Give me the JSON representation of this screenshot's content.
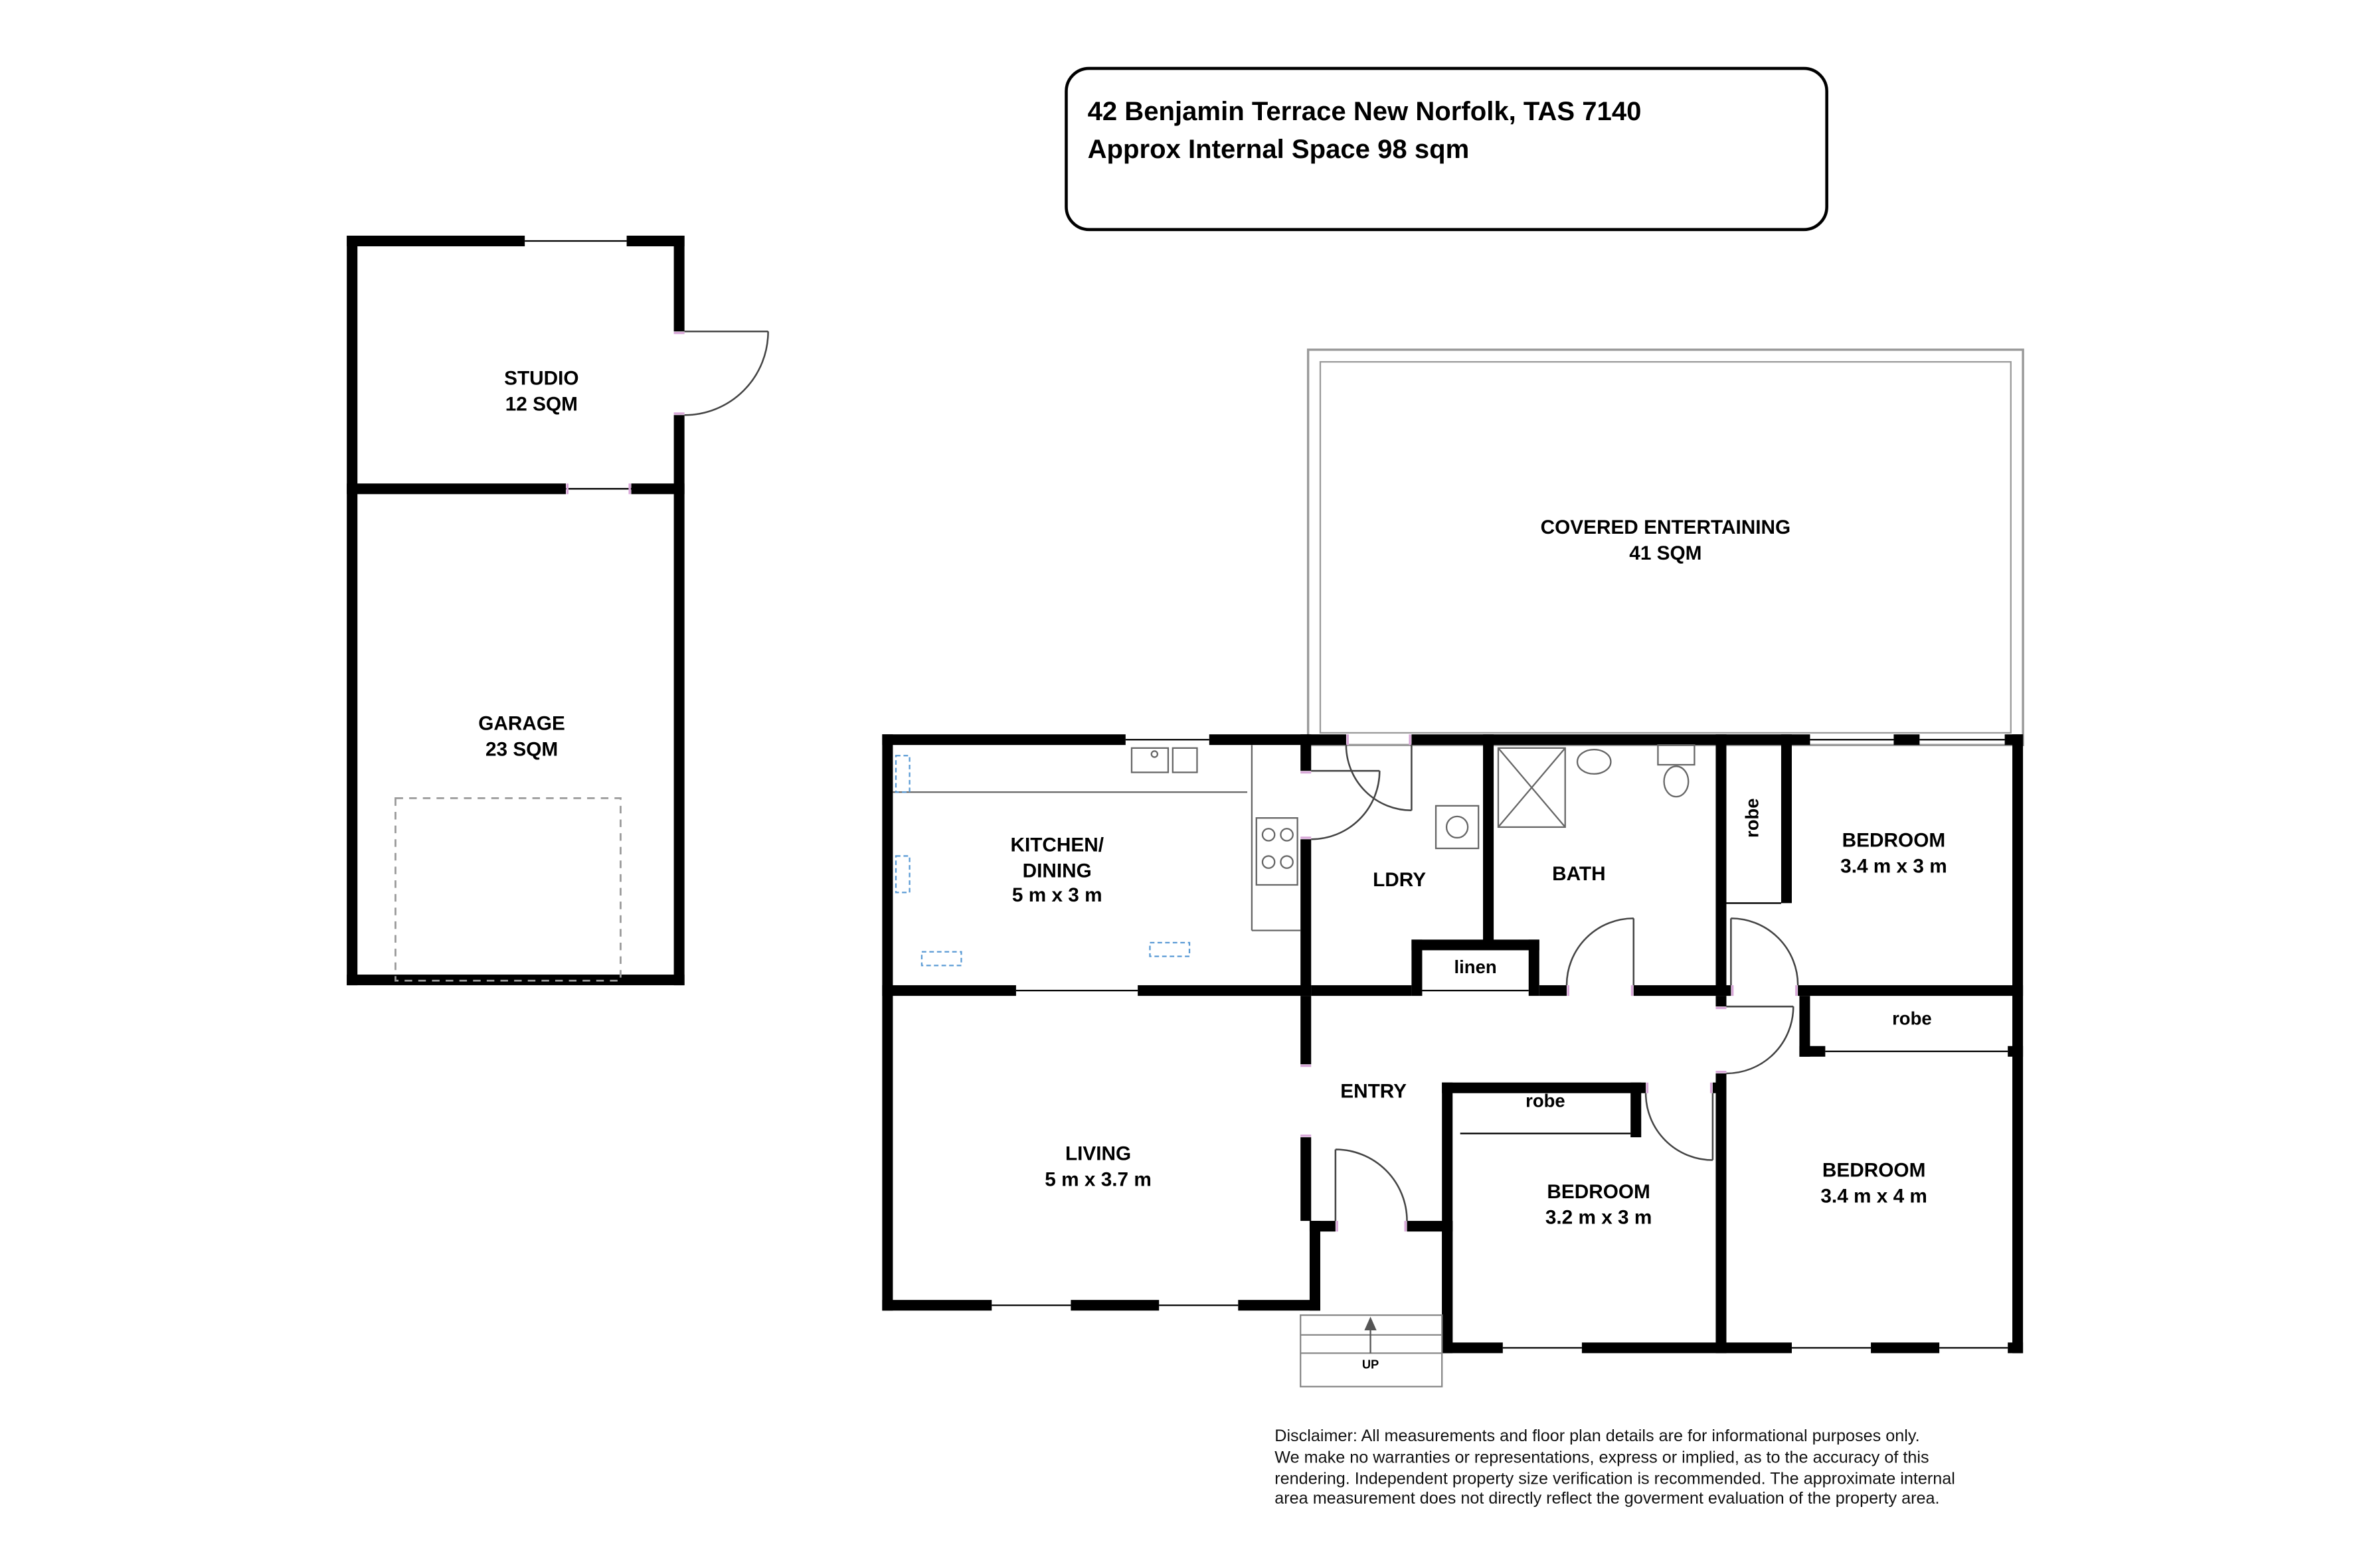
{
  "title_box": {
    "line1": "42 Benjamin Terrace New Norfolk, TAS 7140",
    "line2": "Approx Internal Space 98  sqm"
  },
  "outbuilding": {
    "studio_name": "STUDIO",
    "studio_area": "12 SQM",
    "garage_name": "GARAGE",
    "garage_area": "23 SQM"
  },
  "house": {
    "covered_name": "COVERED ENTERTAINING",
    "covered_area": "41 SQM",
    "kitchen_line1": "KITCHEN/",
    "kitchen_line2": "DINING",
    "kitchen_dims": "5 m x 3 m",
    "ldry": "LDRY",
    "bath": "BATH",
    "linen": "linen",
    "entry": "ENTRY",
    "living_name": "LIVING",
    "living_dims": "5 m x 3.7 m",
    "bed1_name": "BEDROOM",
    "bed1_dims": "3.4 m x 3 m",
    "bed2_name": "BEDROOM",
    "bed2_dims": "3.4 m x 4 m",
    "bed3_name": "BEDROOM",
    "bed3_dims": "3.2 m x 3 m",
    "robe": "robe",
    "up": "UP"
  },
  "disclaimer": {
    "line1": "Disclaimer: All measurements and floor plan details are for informational purposes only.",
    "line2": "We  make no warranties or representations, express or implied, as to the accuracy of this",
    "line3": "rendering. Independent property size verification is recommended. The approximate internal",
    "line4": "area measurement does not directly reflect the goverment evaluation of the property area."
  },
  "colors": {
    "wall": "#000000",
    "accent_blue": "#5b9bd5",
    "jamb_pink": "#d8a8d8"
  }
}
